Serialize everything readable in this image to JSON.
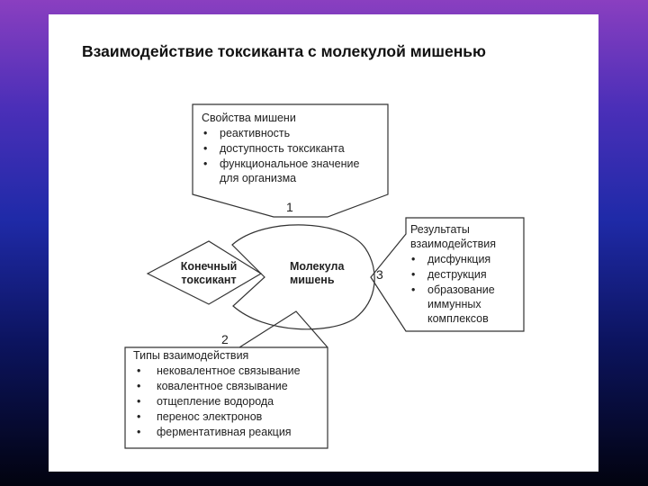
{
  "title": "Взаимодействие токсиканта с молекулой мишенью",
  "target_box": {
    "heading": "Свойства мишени",
    "items": [
      "реактивность",
      "доступность токсиканта",
      "функциональное значение"
    ],
    "item_continuation": "для организма"
  },
  "results_box": {
    "heading_line1": "Результаты",
    "heading_line2": "взаимодействия",
    "items": [
      "дисфункция",
      "деструкция",
      "образование"
    ],
    "continuation_line1": "иммунных",
    "continuation_line2": "комплексов"
  },
  "types_box": {
    "heading": "Типы взаимодействия",
    "items": [
      "нековалентное связывание",
      "ковалентное связывание",
      "отщепление водорода",
      "перенос электронов",
      "ферментативная реакция"
    ]
  },
  "toxicant": {
    "line1": "Конечный",
    "line2": "токсикант"
  },
  "molecule": {
    "line1": "Молекула",
    "line2": "мишень"
  },
  "numbers": {
    "one": "1",
    "two": "2",
    "three": "3"
  },
  "bullet": "•"
}
